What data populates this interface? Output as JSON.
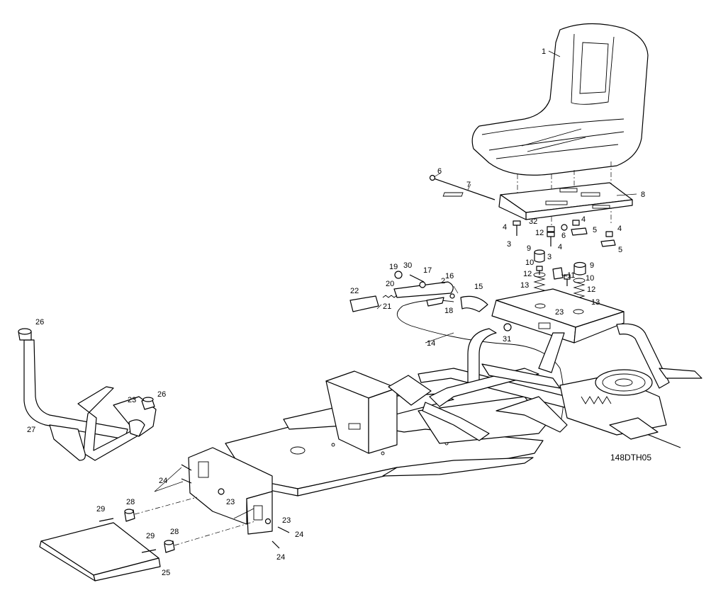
{
  "drawing_code": "148DTH05",
  "callouts": [
    {
      "id": "c1",
      "label": "1"
    },
    {
      "id": "c2",
      "label": "2"
    },
    {
      "id": "c3a",
      "label": "3"
    },
    {
      "id": "c3b",
      "label": "3"
    },
    {
      "id": "c4a",
      "label": "4"
    },
    {
      "id": "c4b",
      "label": "4"
    },
    {
      "id": "c4c",
      "label": "4"
    },
    {
      "id": "c4d",
      "label": "4"
    },
    {
      "id": "c5a",
      "label": "5"
    },
    {
      "id": "c5b",
      "label": "5"
    },
    {
      "id": "c6a",
      "label": "6"
    },
    {
      "id": "c6b",
      "label": "6"
    },
    {
      "id": "c7",
      "label": "7"
    },
    {
      "id": "c8",
      "label": "8"
    },
    {
      "id": "c9a",
      "label": "9"
    },
    {
      "id": "c9b",
      "label": "9"
    },
    {
      "id": "c10a",
      "label": "10"
    },
    {
      "id": "c10b",
      "label": "10"
    },
    {
      "id": "c11",
      "label": "11"
    },
    {
      "id": "c12a",
      "label": "12"
    },
    {
      "id": "c12b",
      "label": "12"
    },
    {
      "id": "c12c",
      "label": "12"
    },
    {
      "id": "c13a",
      "label": "13"
    },
    {
      "id": "c13b",
      "label": "13"
    },
    {
      "id": "c14",
      "label": "14"
    },
    {
      "id": "c15",
      "label": "15"
    },
    {
      "id": "c16",
      "label": "16"
    },
    {
      "id": "c17",
      "label": "17"
    },
    {
      "id": "c18",
      "label": "18"
    },
    {
      "id": "c19",
      "label": "19"
    },
    {
      "id": "c20",
      "label": "20"
    },
    {
      "id": "c21",
      "label": "21"
    },
    {
      "id": "c22",
      "label": "22"
    },
    {
      "id": "c23a",
      "label": "23"
    },
    {
      "id": "c23b",
      "label": "23"
    },
    {
      "id": "c23c",
      "label": "23"
    },
    {
      "id": "c23d",
      "label": "23"
    },
    {
      "id": "c24a",
      "label": "24"
    },
    {
      "id": "c24b",
      "label": "24"
    },
    {
      "id": "c24c",
      "label": "24"
    },
    {
      "id": "c25",
      "label": "25"
    },
    {
      "id": "c26a",
      "label": "26"
    },
    {
      "id": "c26b",
      "label": "26"
    },
    {
      "id": "c27",
      "label": "27"
    },
    {
      "id": "c28a",
      "label": "28"
    },
    {
      "id": "c28b",
      "label": "28"
    },
    {
      "id": "c29a",
      "label": "29"
    },
    {
      "id": "c29b",
      "label": "29"
    },
    {
      "id": "c30",
      "label": "30"
    },
    {
      "id": "c31",
      "label": "31"
    },
    {
      "id": "c32",
      "label": "32"
    }
  ]
}
